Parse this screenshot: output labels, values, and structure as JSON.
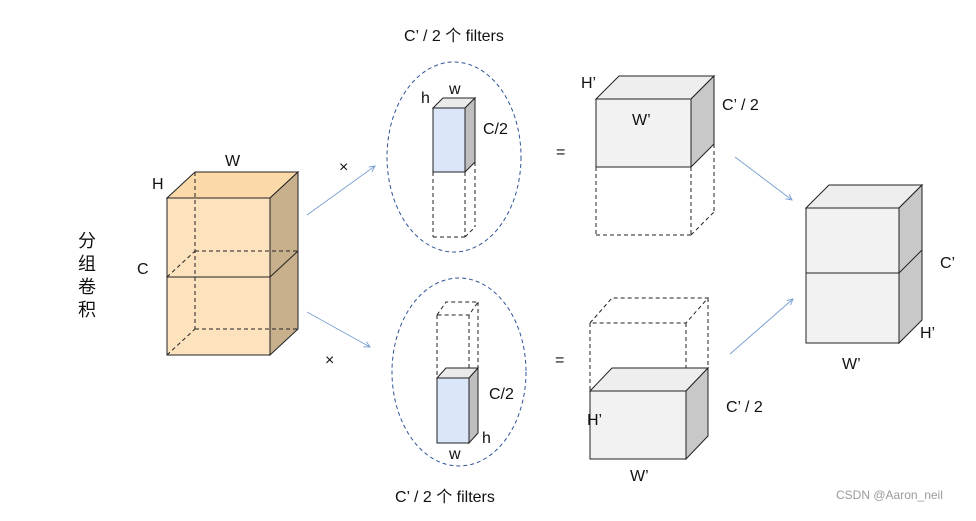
{
  "input_tensor": {
    "label_w": "W",
    "label_h": "H",
    "label_c": "C"
  },
  "vertical_label": [
    "分",
    "组",
    "卷",
    "积"
  ],
  "top_branch": {
    "multiply": "×",
    "equals": "=",
    "filters_caption": "C’ / 2 个 filters",
    "filter_w": "w",
    "filter_h": "h",
    "filter_c": "C/2",
    "out_h": "H’",
    "out_w": "W’",
    "out_c": "C’ / 2"
  },
  "bottom_branch": {
    "multiply": "×",
    "equals": "=",
    "filters_caption": "C’ / 2 个 filters",
    "filter_w": "w",
    "filter_h": "h",
    "filter_c": "C/2",
    "out_h": "H’",
    "out_w": "W’",
    "out_c": "C’ / 2"
  },
  "result": {
    "label_c": "C’",
    "label_h": "H’",
    "label_w": "W’"
  },
  "watermark": "CSDN @Aaron_neil",
  "colors": {
    "input_front": "#fde3bd",
    "input_top": "#fbd9a8",
    "input_side": "#c9b08c",
    "filter_front": "#dbe6f8",
    "filter_top": "#eaeaea",
    "filter_side": "#bfbfbf",
    "out_front": "#f2f2f2",
    "out_top": "#eeeeee",
    "out_side": "#c8c8c8",
    "arrow": "#7ea3d4",
    "ellipse": "#2f5597"
  }
}
